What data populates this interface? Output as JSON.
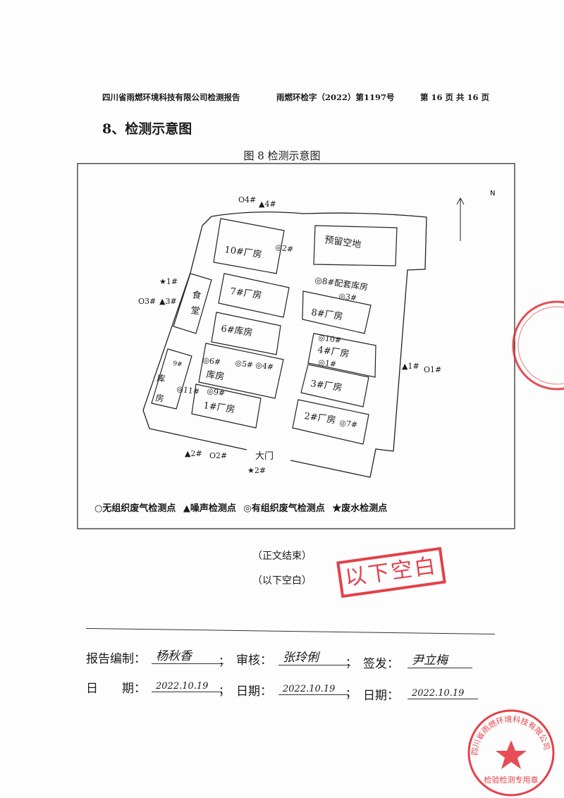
{
  "header": {
    "company": "四川省雨燃环境科技有限公司检测报告",
    "report_no": "雨燃环检字（2022）第1197号",
    "page": "第 16 页 共 16 页"
  },
  "section_title": "8、检测示意图",
  "figure_caption": "图 8  检测示意图",
  "map": {
    "north": "N",
    "labels": [
      "10#厂房",
      "◎2#",
      "预留空地",
      "★1#",
      "O3#",
      "▲3#",
      "食",
      "堂",
      "7#厂房",
      "◎8#配套库房",
      "◎3#",
      "8#厂房",
      "6#库房",
      "◎10#",
      "4#厂房",
      "◎1#",
      "◎6#",
      "◎5#",
      "◎4#",
      "库房",
      "9#",
      "库",
      "◎11#",
      "房",
      "◎9#",
      "1#厂房",
      "3#厂房",
      "2#厂房",
      "◎7#",
      "▲1#",
      "O1#",
      "▲2#",
      "O2#",
      "大门",
      "★2#",
      "O4#",
      "▲4#"
    ]
  },
  "legend": [
    "○无组织废气检测点",
    "▲噪声检测点",
    "◎有组织废气检测点",
    "★废水检测点"
  ],
  "end": {
    "text_end": "（正文结束）",
    "blank": "（以下空白）",
    "stamp": "以下空白"
  },
  "footer": {
    "compiled_label": "报告编制：",
    "reviewed_label": "审核：",
    "issued_label": "签发：",
    "date_label_1": "日　　期：",
    "date_label_2": "日期：",
    "date_label_3": "日期：",
    "compiled_sig": "杨秋香",
    "reviewed_sig": "张玲俐",
    "issued_sig": "尹立梅",
    "date_1": "2022.10.19",
    "date_2": "2022.10.19",
    "date_3": "2022.10.19",
    "sep": "；"
  },
  "seal": {
    "text": "四川省雨燃环境科技有限公司",
    "sub": "检验检测专用章"
  },
  "colors": {
    "stamp": "#e0202a",
    "ink": "#1a1a1a"
  }
}
